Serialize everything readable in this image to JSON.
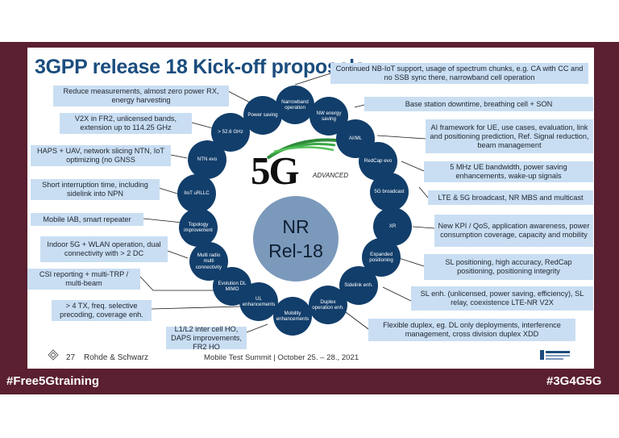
{
  "slide": {
    "title": "3GPP release 18 Kick-off proposals",
    "core": {
      "line1": "NR",
      "line2": "Rel-18"
    },
    "logo": {
      "mark": "5G",
      "suffix": "ADVANCED"
    },
    "nodes": [
      "Narrowband operation",
      "NW energy saving",
      "AI/ML",
      "RedCap evo",
      "5G broadcast",
      "XR",
      "Expanded positioning",
      "Sidelink enh.",
      "Duplex operation enh.",
      "Mobility enhancements",
      "UL enhancements",
      "Evolution DL MIMO",
      "Multi radio multi connectivity",
      "Topology improvement",
      "IIoT uRLLC",
      "NTN evo",
      "> 52.6 GHz",
      "Power saving"
    ],
    "left_boxes": [
      "Reduce measurements, almost zero power RX, energy harvesting",
      "V2X in FR2, unlicensed bands, extension up to 114.25 GHz",
      "HAPS + UAV, network slicing NTN, IoT optimizing (no GNSS",
      "Short interruption time, including sidelink into NPN",
      "Mobile IAB, smart repeater",
      "Indoor 5G + WLAN operation, dual connectivity with > 2 DC",
      "CSI reporting + multi-TRP / multi-beam",
      "> 4 TX, freq. selective precoding, coverage enh.",
      "L1/L2 inter cell HO, DAPS improvements, FR2 HO"
    ],
    "right_boxes": [
      "Continued NB-IoT support, usage of spectrum chunks, e.g. CA with CC and no SSB sync there, narrowband cell operation",
      "Base station downtime, breathing cell + SON",
      "AI framework for UE, use cases, evaluation, link and positioning prediction, Ref. Signal reduction, beam management",
      "5 MHz UE bandwidth, power saving enhancements, wake-up signals",
      "LTE & 5G broadcast, NR MBS and multicast",
      "New KPI / QoS, application awareness, power consumption coverage, capacity and mobility",
      "SL positioning, high accuracy, RedCap positioning, positioning integrity",
      "SL enh. (unlicensed, power saving, efficiency), SL relay, coexistence LTE-NR V2X",
      "Flexible duplex, eg. DL only deployments, interference management, cross division duplex XDD"
    ],
    "footer": {
      "page": "27",
      "company": "Rohde & Schwarz",
      "event": "Mobile Test Summit | October 25. – 28., 2021"
    }
  },
  "banner": {
    "left_tag": "#Free5Gtraining",
    "right_tag": "#3G4G5G"
  }
}
